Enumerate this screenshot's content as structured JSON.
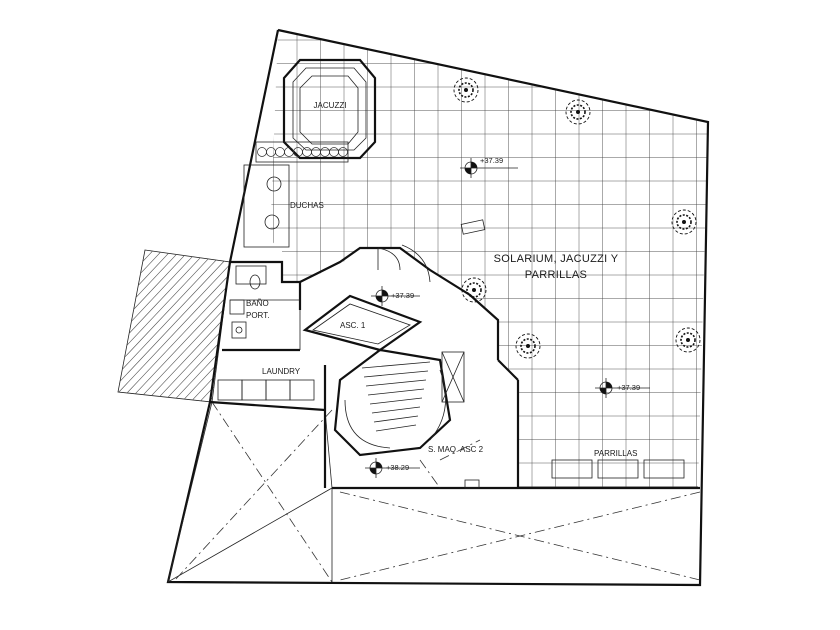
{
  "rooms": {
    "jacuzzi": "JACUZZI",
    "duchas": "DUCHAS",
    "solarium_line1": "SOLARIUM, JACUZZI Y",
    "solarium_line2": "PARRILLAS",
    "bano_line1": "BAÑO",
    "bano_line2": "PORT.",
    "laundry": "LAUNDRY",
    "asc1": "ASC. 1",
    "s_maq": "S. MAQ. ASC 2",
    "parrillas": "PARRILLAS"
  },
  "levels": {
    "solarium_top": "+37.39",
    "asc_lobby": "+37.39",
    "solarium_right": "+37.39",
    "machine_room": "+38.29"
  },
  "colors": {
    "line": "#111111",
    "background": "#ffffff"
  }
}
